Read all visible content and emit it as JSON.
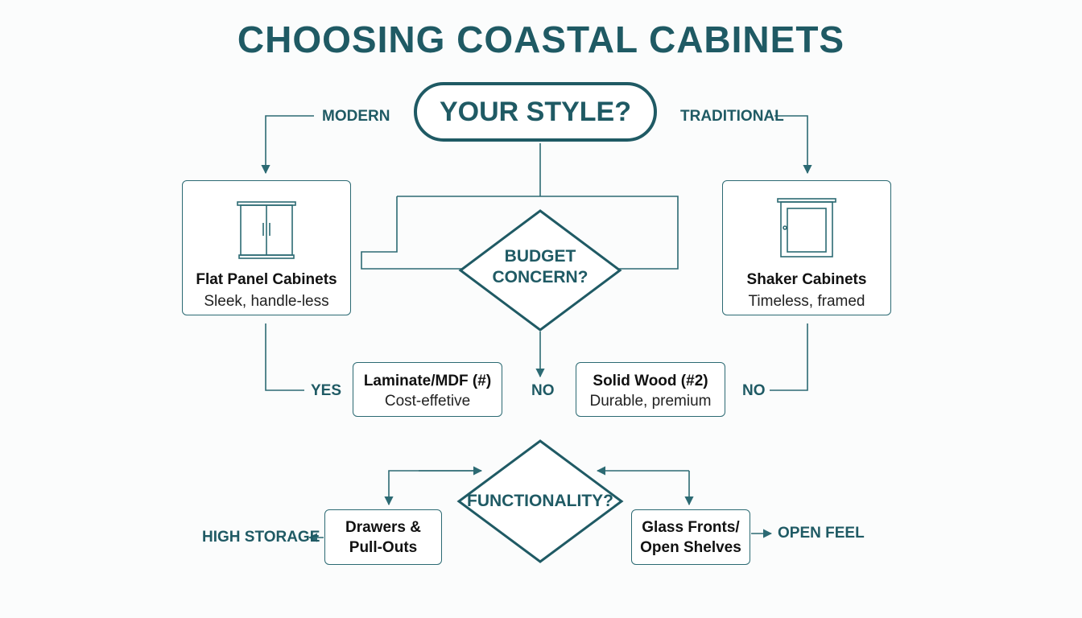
{
  "title": "CHOOSING COASTAL CABINETS",
  "start": "YOUR STYLE?",
  "branches": {
    "modern": "MODERN",
    "traditional": "TRADITIONAL"
  },
  "style_cards": {
    "flat": {
      "name": "Flat Panel Cabinets",
      "desc": "Sleek, handle-less",
      "icon": "flat-panel-cabinet-icon"
    },
    "shaker": {
      "name": "Shaker Cabinets",
      "desc": "Timeless, framed",
      "icon": "shaker-cabinet-icon"
    }
  },
  "budget": {
    "line1": "BUDGET",
    "line2": "CONCERN?"
  },
  "answers": {
    "yes": "YES",
    "no_center": "NO",
    "no_right": "NO"
  },
  "materials": {
    "laminate": {
      "name": "Laminate/MDF (#)",
      "desc": "Cost-effetive"
    },
    "solid": {
      "name": "Solid Wood (#2)",
      "desc": "Durable, premium"
    }
  },
  "functionality": "FUNCTIONALITY?",
  "options": {
    "drawers": {
      "line1": "Drawers &",
      "line2": "Pull-Outs",
      "outcome": "HIGH STORAGE"
    },
    "glass": {
      "line1": "Glass Fronts/",
      "line2": "Open Shelves",
      "outcome": "OPEN FEEL"
    }
  },
  "colors": {
    "accent": "#1f5a64",
    "line": "#2c6a73"
  }
}
